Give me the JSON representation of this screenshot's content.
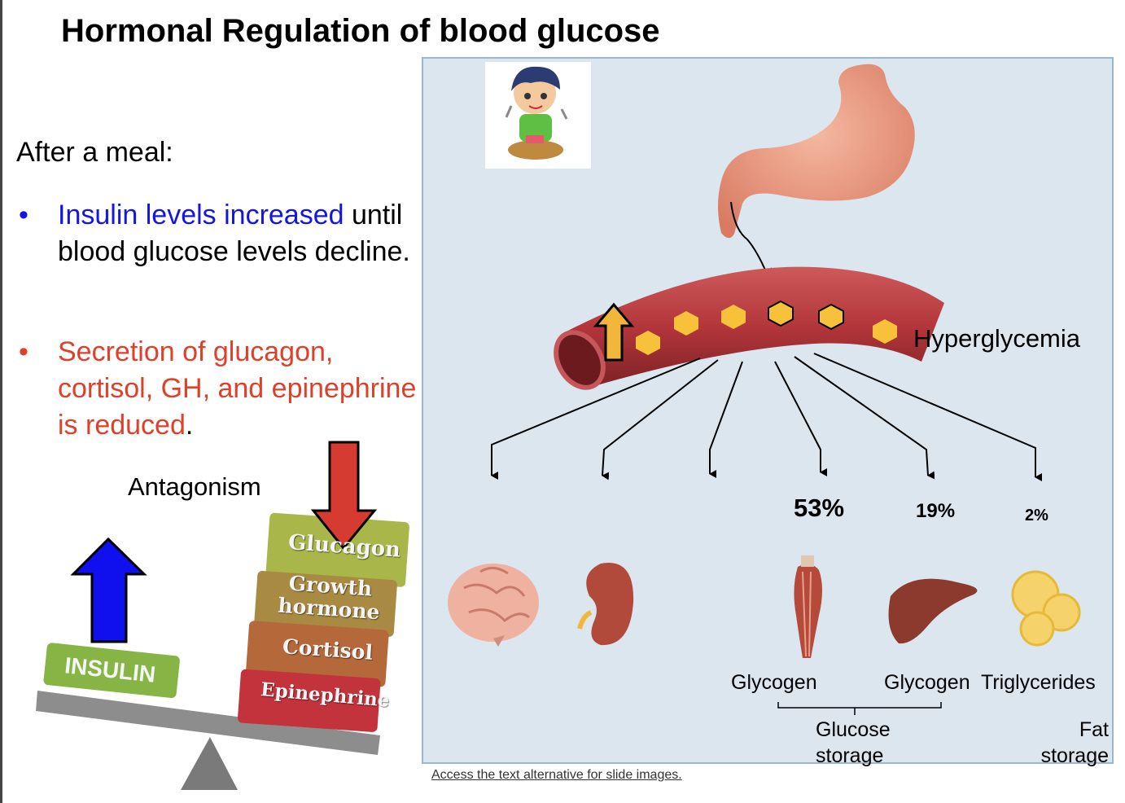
{
  "title": "Hormonal Regulation of blood glucose",
  "intro": "After a meal:",
  "bullets": [
    {
      "highlight": "Insulin levels increased",
      "rest": " until blood glucose levels decline."
    },
    {
      "highlight": "Secretion of glucagon, cortisol, GH, and epinephrine is reduced",
      "rest": "."
    }
  ],
  "antagonism_label": "Antagonism",
  "scale": {
    "left": "INSULIN",
    "right": [
      "Glucagon",
      "Growth hormone",
      "Cortisol",
      "Epinephrine"
    ]
  },
  "diagram": {
    "hyperglycemia": "Hyperglycemia",
    "percentages": [
      "53%",
      "19%",
      "2%"
    ],
    "labels": {
      "glycogen_muscle": "Glycogen",
      "glycogen_liver": "Glycogen",
      "triglycerides": "Triglycerides",
      "glucose_storage": "Glucose storage",
      "fat_storage": "Fat storage"
    }
  },
  "link_text": "Access the text alternative for slide images.",
  "colors": {
    "insulin_text": "#1414e8",
    "reduced_text": "#e0402a",
    "panel_bg": "#dbe6ee",
    "vessel": "#b03a3e",
    "glucose": "#f7c23a"
  }
}
